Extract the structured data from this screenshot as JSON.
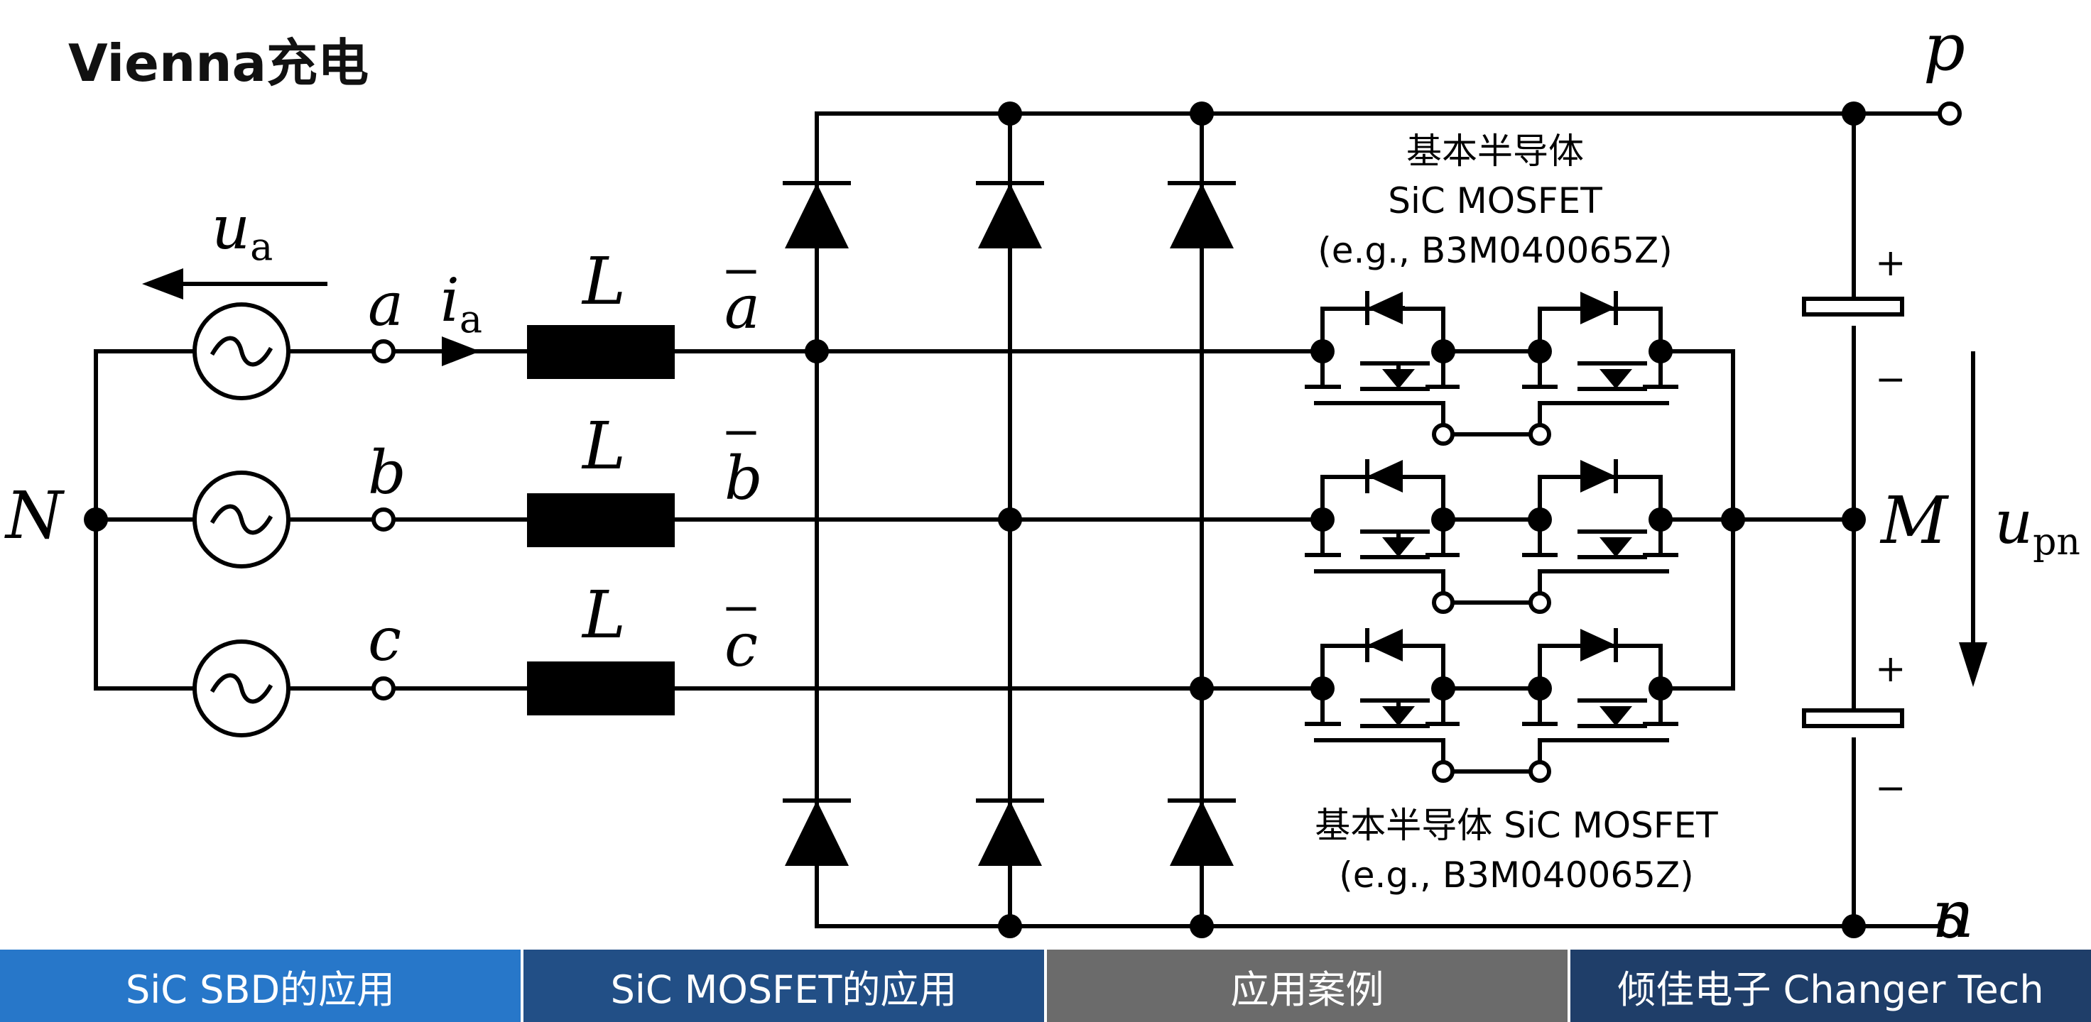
{
  "title": "Vienna充电",
  "diagram": {
    "labels": {
      "ua_main": "u",
      "ua_sub": "a",
      "ia_main": "i",
      "ia_sub": "a",
      "node_a": "a",
      "node_b": "b",
      "node_c": "c",
      "node_N": "N",
      "node_M": "M",
      "node_p": "p",
      "node_n": "n",
      "inductor": "L",
      "abar": "a",
      "bbar": "b",
      "cbar": "c",
      "upn_main": "u",
      "upn_sub": "pn",
      "cap_plus": "+",
      "cap_minus": "−"
    },
    "mosfet_top_label": [
      "基本半导体",
      "SiC MOSFET",
      "(e.g., B3M040065Z)"
    ],
    "mosfet_bottom_label": [
      "基本半导体 SiC MOSFET",
      "(e.g., B3M040065Z)"
    ]
  },
  "nav": {
    "tabs": [
      {
        "label": "SiC SBD的应用",
        "color": "#2777c9"
      },
      {
        "label": "SiC MOSFET的应用",
        "color": "#224f86"
      },
      {
        "label": "应用案例",
        "color": "#6b6b6b"
      },
      {
        "label": "倾佳电子 Changer Tech",
        "color": "#1f3e69"
      }
    ]
  }
}
